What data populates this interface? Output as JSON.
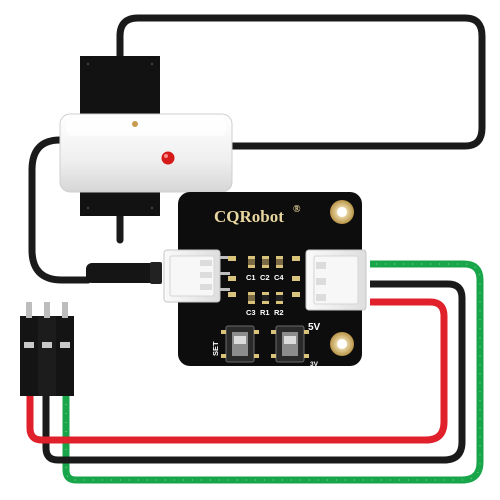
{
  "board": {
    "brand": "CQRobot",
    "registered_mark": "®",
    "labels": {
      "c1": "C1",
      "c2": "C2",
      "c4": "C4",
      "c3": "C3",
      "r1": "R1",
      "r2": "R2",
      "set": "SET",
      "v5": "5V",
      "v3": "3V"
    }
  },
  "colors": {
    "pcb": "#0d0d0d",
    "cable_black": "#1a1a1a",
    "wire_red": "#e0202a",
    "wire_green": "#19a64a",
    "housing_white": "#f1f1f1",
    "led_red": "#d61a1a",
    "gold": "#caa85c"
  }
}
